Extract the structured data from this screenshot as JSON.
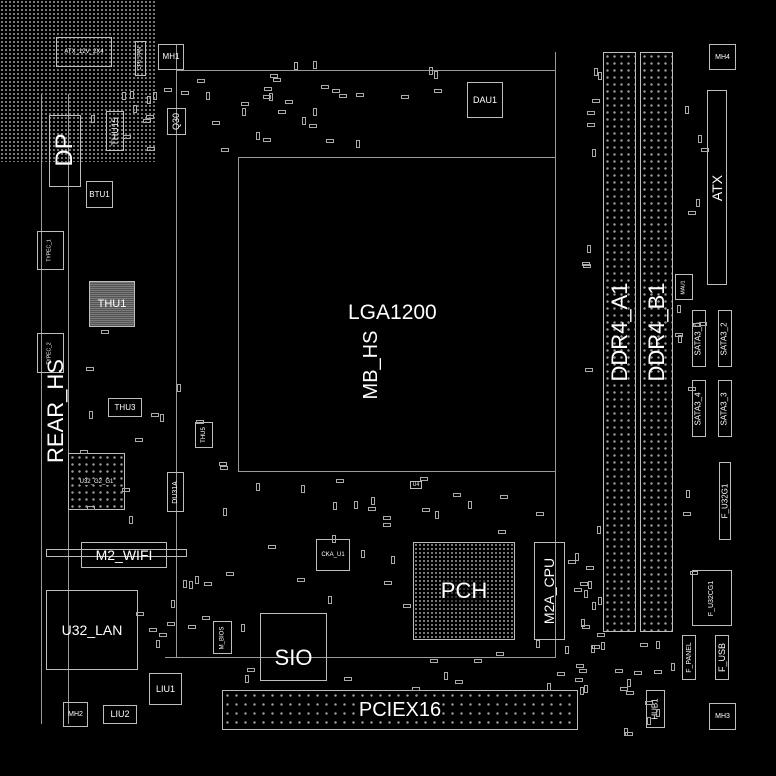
{
  "title": "Motherboard PCB component layout",
  "components": {
    "atx_12v": "ATX_12V_2X4",
    "cpu_fan": "CPU_FAN",
    "mh1": "MH1",
    "mh2": "MH2",
    "mh3": "MH3",
    "mh4": "MH4",
    "dp": "DP",
    "thu15": "THU15",
    "q30": "Q30",
    "btu1": "BTU1",
    "typec_1": "TYPEC_1",
    "typec_2": "TYPEC_2",
    "thu1": "THU1",
    "rear_hs": "REAR_HS",
    "thu3": "THU3",
    "thu5": "THU5",
    "u32_g2_g1": "U32_G2_G1",
    "du31a": "DU31A",
    "m2_wifi": "M2_WIFI",
    "u32_lan": "U32_LAN",
    "liu1": "LIU1",
    "liu2": "LIU2",
    "cka_u1": "CKA_U1",
    "m_bios": "M_BIOS",
    "sio": "SIO",
    "lga1200": "LGA1200",
    "mb_hs": "MB_HS",
    "u4": "U4",
    "dau1": "DAU1",
    "pch": "PCH",
    "m2a_cpu": "M2A_CPU",
    "pciex16": "PCIEX16",
    "hub1": "HUB1",
    "ddr4_a1": "DDR4_A1",
    "ddr4_b1": "DDR4_B1",
    "atx": "ATX",
    "mau1": "MAU1",
    "sata3_0": "SATA3_0",
    "sata3_2": "SATA3_2",
    "sata3_4": "SATA3_4",
    "sata3_3": "SATA3_3",
    "f_u32g1": "F_U32G1",
    "f_u32cg1": "F_U32CG1",
    "f_panel": "F_PANEL",
    "f_usb": "F_USB"
  }
}
